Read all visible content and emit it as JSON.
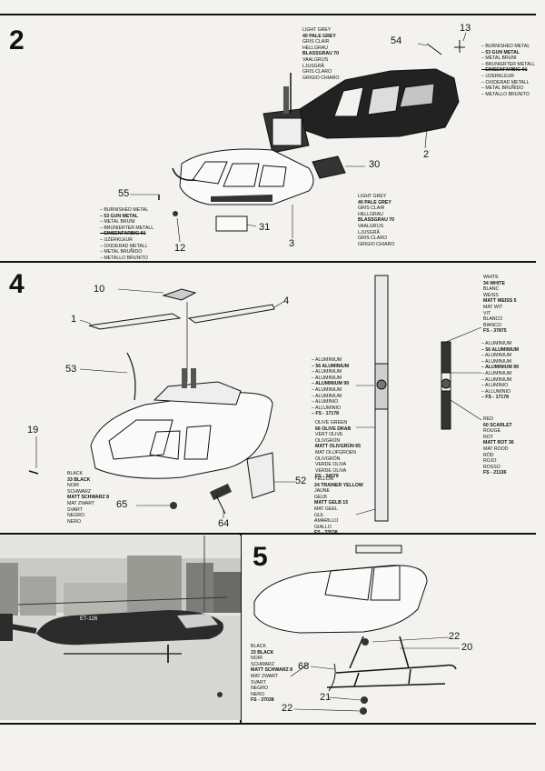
{
  "steps": {
    "s2": "2",
    "s4": "4",
    "s5": "5"
  },
  "parts": {
    "p13": "13",
    "p54": "54",
    "p2": "2",
    "p30": "30",
    "p55": "55",
    "p31": "31",
    "p12": "12",
    "p3": "3",
    "p10": "10",
    "p4": "4",
    "p1": "1",
    "p53": "53",
    "p19": "19",
    "p52": "52",
    "p65": "65",
    "p64": "64",
    "p22a": "22",
    "p20": "20",
    "p68": "68",
    "p21": "21",
    "p22b": "22"
  },
  "paint": {
    "light_grey_top": [
      "LIGHT GREY",
      "40 PALE GREY",
      "GRIS CLAIR",
      "HELLGRAU",
      "BLASSGRAU 70",
      "VAALGRIJS",
      "LJUSGRÅ",
      "GRIS CLARO",
      "GRIGIO CHIARO"
    ],
    "burnished_right": [
      "– BURNISHED METAL",
      "– 53 GUN METAL",
      "– METAL BRUNI",
      "– BRUNIERTER METALL",
      "– EINSENFARBIG 91",
      "– IJZERKLEUR",
      "– OXIDERAD METALL",
      "– METAL BRUÑIDO",
      "– METALLO BRUNITO"
    ],
    "burnished_left": [
      "– BURNISHED METAL",
      "– 53 GUN METAL",
      "– METAL BRUNI",
      "– BRUNIERTER METALL",
      "– EINSENFARBIG 91",
      "– IJZERKLEUR",
      "– OXIDERAD METALL",
      "– METAL BRUÑIDO",
      "– METALLO BRUNITO"
    ],
    "light_grey_bottom": [
      "LIGHT GREY",
      "40 PALE GREY",
      "GRIS CLAIR",
      "HELLGRAU",
      "BLASSGRAU 70",
      "VAALGRIJS",
      "LJUSGRÅ",
      "GRIS CLARO",
      "GRIGIO CHIARO"
    ],
    "white": [
      "WHITE",
      "34 WHITE",
      "BLANC",
      "WEISS",
      "MATT WEISS 5",
      "MAT WIT",
      "VIT",
      "BLANCO",
      "BIANCO",
      "FS - 37875"
    ],
    "aluminium_right": [
      "– ALUMINIUM",
      "– 56 ALUMINIUM",
      "– ALUMINIUM",
      "– ALUMINIUM",
      "– ALUMINIUM 99",
      "– ALUMINIUM",
      "– ALUMINIUM",
      "– ALUMINIO",
      "– ALLUMINIO",
      "– FS - 17178"
    ],
    "aluminium_left": [
      "– ALUMINIUM",
      "– 56 ALUMINIUM",
      "– ALUMINIUM",
      "– ALUMINIUM",
      "– ALUMINIUM 99",
      "– ALUMINIUM",
      "– ALUMINIUM",
      "– ALUMINIO",
      "– ALLUMINIO",
      "– FS - 17178"
    ],
    "olive": [
      "OLIVE GREEN",
      "66 OLIVE DRAB",
      "VERT OLIVE",
      "OLIVGRÜN",
      "MATT OLIVGRÜN 65",
      "MAT OLIJFGROEN",
      "OLIVGRÖN",
      "VERDE OLIVA",
      "VERDE OLIVA",
      "FS - 34079"
    ],
    "red": [
      "RED",
      "60 SCARLET",
      "ROUGE",
      "ROT",
      "MATT ROT 36",
      "MAT ROOD",
      "RÖD",
      "ROJO",
      "ROSSO",
      "FS - 21136"
    ],
    "yellow": [
      "YELLOW",
      "24 TRAINER YELLOW",
      "JAUNE",
      "GELB",
      "MATT GELB 15",
      "MAT GEEL",
      "GUL",
      "AMARILLO",
      "GIALLO",
      "FS - 33538"
    ],
    "black_4": [
      "BLACK",
      "33 BLACK",
      "NOIR",
      "SCHWARZ",
      "MATT SCHWARZ 8",
      "MAT ZWART",
      "SVART",
      "NEGRO",
      "NERO"
    ],
    "black_5": [
      "BLACK",
      "33 BLACK",
      "NOIR",
      "SCHWARZ",
      "MATT SCHWARZ 8",
      "MAT ZWART",
      "SVART",
      "NEGRO",
      "NERO",
      "FS - 37038"
    ]
  },
  "photo": {
    "registration": "ET-126"
  }
}
